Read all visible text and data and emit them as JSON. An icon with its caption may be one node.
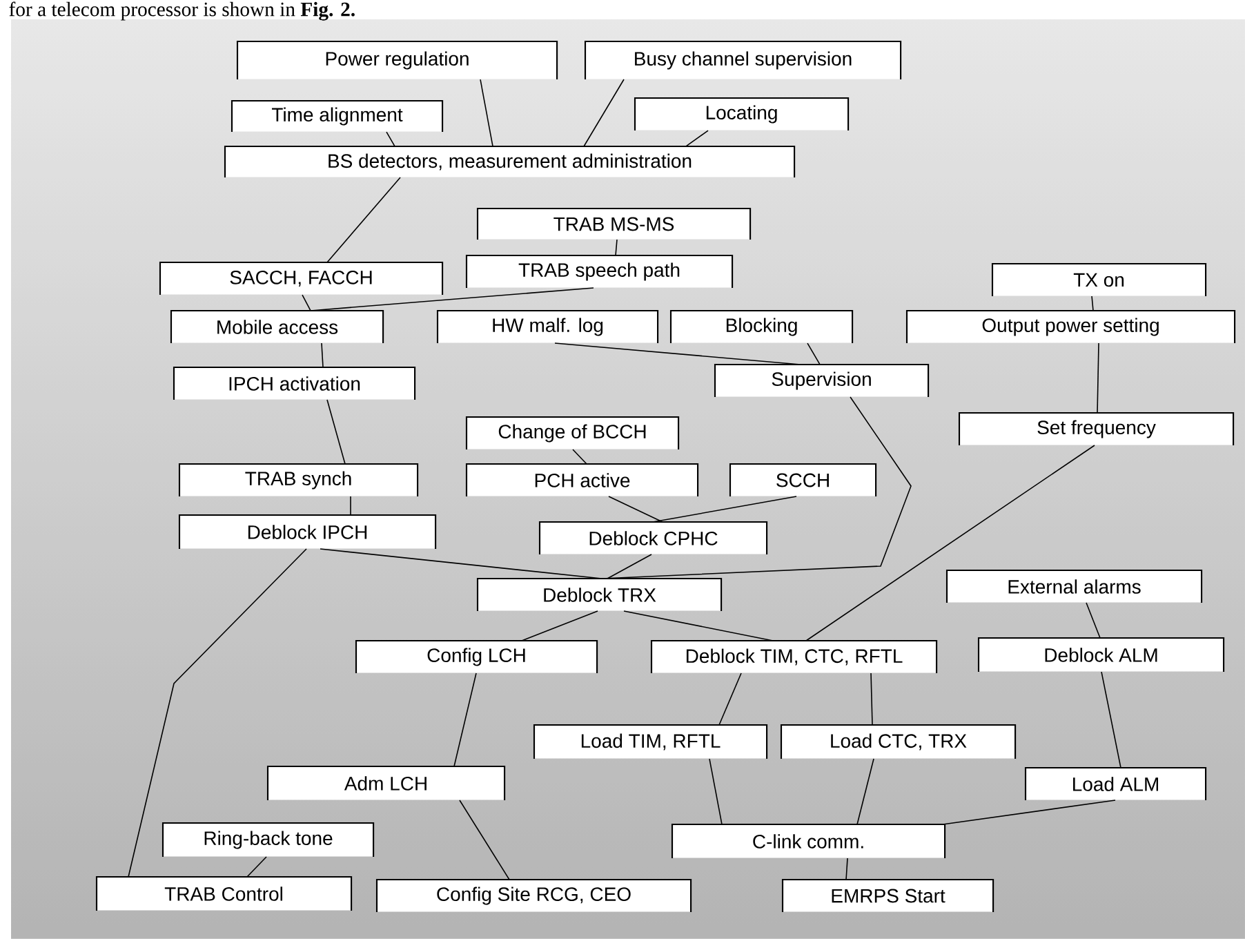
{
  "diagram": {
    "nodes": [
      {
        "text": [
          "Power regulation"
        ]
      },
      {
        "text": [
          "Busy channel supervision"
        ]
      },
      {
        "text": [
          "Time alignment"
        ]
      },
      {
        "text": [
          "Locating"
        ]
      },
      {
        "text": [
          "BS detectors, measurement administration"
        ]
      },
      {
        "text": [
          "TRAB MS-MS"
        ]
      },
      {
        "text": [
          "SACCH, FACCH"
        ]
      },
      {
        "text": [
          "TRAB speech path"
        ]
      },
      {
        "text": [
          "Mobile access"
        ]
      },
      {
        "text": [
          "HW malf. log"
        ]
      },
      {
        "text": [
          "Blocking"
        ]
      },
      {
        "text": [
          "Output power setting"
        ]
      },
      {
        "text": [
          "TX on"
        ]
      },
      {
        "text": [
          "IPCH activation"
        ]
      },
      {
        "text": [
          "Supervision"
        ]
      },
      {
        "text": [
          "Set frequency"
        ]
      },
      {
        "text": [
          "Change of BCCH"
        ]
      },
      {
        "text": [
          "TRAB synch"
        ]
      },
      {
        "text": [
          "PCH active"
        ]
      },
      {
        "text": [
          "SCCH"
        ]
      },
      {
        "text": [
          "Deblock IPCH"
        ]
      },
      {
        "text": [
          "Deblock CPHC"
        ]
      },
      {
        "text": [
          "Deblock TRX"
        ]
      },
      {
        "text": [
          "External alarms"
        ]
      },
      {
        "text": [
          "Config LCH"
        ]
      },
      {
        "text": [
          "Deblock TIM, CTC, RFTL"
        ]
      },
      {
        "text": [
          "Deblock ALM"
        ]
      },
      {
        "text": [
          "Load TIM, RFTL"
        ]
      },
      {
        "text": [
          "Load CTC, TRX"
        ]
      },
      {
        "text": [
          "Adm LCH"
        ]
      },
      {
        "text": [
          "Load ALM"
        ]
      },
      {
        "text": [
          "Ring-back tone"
        ]
      },
      {
        "text": [
          "C-link comm."
        ]
      },
      {
        "text": [
          "TRAB Control"
        ]
      },
      {
        "text": [
          "Config Site RCG, CEO"
        ]
      },
      {
        "text": [
          "EMRPS Start"
        ]
      }
    ],
    "edges": [
      {
        "from": 0,
        "to": 4,
        "arrow": "none"
      },
      {
        "from": 1,
        "to": 4,
        "arrow": "none"
      },
      {
        "from": 2,
        "to": 4,
        "arrow": "none"
      },
      {
        "from": 3,
        "to": 4,
        "arrow": "none"
      },
      {
        "from": 4,
        "to": 6,
        "arrow": "none"
      },
      {
        "from": 5,
        "to": 7,
        "arrow": "none"
      },
      {
        "from": 6,
        "to": 8,
        "arrow": "none"
      },
      {
        "from": 7,
        "to": 8,
        "arrow": "none"
      },
      {
        "from": 8,
        "to": 13,
        "arrow": "none"
      },
      {
        "from": 13,
        "to": 17,
        "arrow": "none"
      },
      {
        "from": 17,
        "to": 20,
        "arrow": "none"
      },
      {
        "from": 9,
        "to": 14,
        "arrow": "none"
      },
      {
        "from": 10,
        "to": 14,
        "arrow": "none"
      },
      {
        "from": 12,
        "to": 11,
        "arrow": "none"
      },
      {
        "from": 11,
        "to": 15,
        "arrow": "none"
      },
      {
        "from": 16,
        "to": 18,
        "arrow": "none"
      },
      {
        "from": 18,
        "to": 21,
        "arrow": "none"
      },
      {
        "from": 19,
        "to": 21,
        "arrow": "none"
      },
      {
        "from": 21,
        "to": 22,
        "arrow": "none"
      },
      {
        "from": 14,
        "to": 22,
        "arrow": "none"
      },
      {
        "from": 20,
        "to": 22,
        "arrow": "none"
      },
      {
        "from": 22,
        "to": 24,
        "arrow": "none"
      },
      {
        "from": 22,
        "to": 25,
        "arrow": "none"
      },
      {
        "from": 15,
        "to": 25,
        "arrow": "none"
      },
      {
        "from": 20,
        "to": 33,
        "arrow": "none"
      },
      {
        "from": 24,
        "to": 29,
        "arrow": "none"
      },
      {
        "from": 29,
        "to": 34,
        "arrow": "none"
      },
      {
        "from": 31,
        "to": 33,
        "arrow": "none"
      },
      {
        "from": 25,
        "to": 27,
        "arrow": "none"
      },
      {
        "from": 25,
        "to": 28,
        "arrow": "none"
      },
      {
        "from": 23,
        "to": 26,
        "arrow": "none"
      },
      {
        "from": 26,
        "to": 30,
        "arrow": "none"
      },
      {
        "from": 27,
        "to": 32,
        "arrow": "none"
      },
      {
        "from": 28,
        "to": 32,
        "arrow": "none"
      },
      {
        "from": 30,
        "to": 32,
        "arrow": "none"
      },
      {
        "from": 32,
        "to": 35,
        "arrow": "none"
      }
    ],
    "labels": [
      "for a telecom processor is shown in **Fig. 2.**"
    ]
  }
}
